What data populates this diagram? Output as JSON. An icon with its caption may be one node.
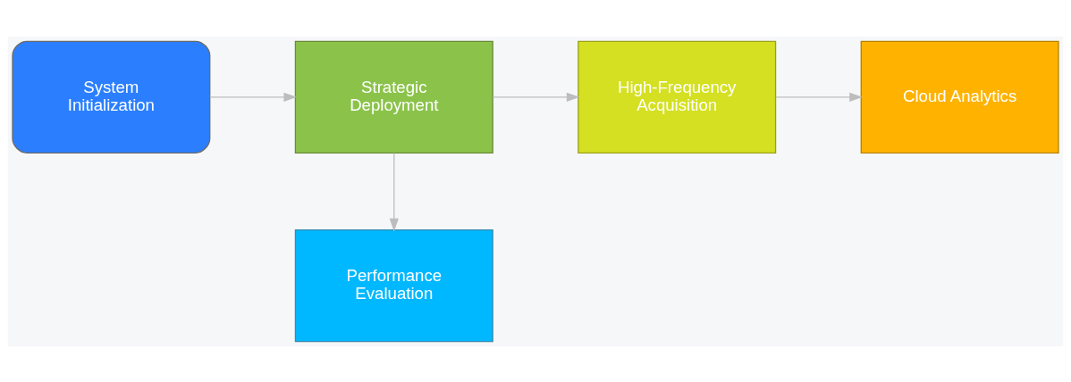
{
  "diagram": {
    "nodes": [
      {
        "text": [
          "System Initialization"
        ]
      },
      {
        "text": [
          "Strategic Deployment"
        ]
      },
      {
        "text": [
          "High-Frequency Acquisition"
        ]
      },
      {
        "text": [
          "Cloud Analytics"
        ]
      },
      {
        "text": [
          "Performance Evaluation"
        ]
      }
    ],
    "edges": [
      {
        "from": 0,
        "to": 1,
        "arrow": "to"
      },
      {
        "from": 1,
        "to": 2,
        "arrow": "to"
      },
      {
        "from": 2,
        "to": 3,
        "arrow": "to"
      },
      {
        "from": 1,
        "to": 4,
        "arrow": "to"
      }
    ]
  }
}
